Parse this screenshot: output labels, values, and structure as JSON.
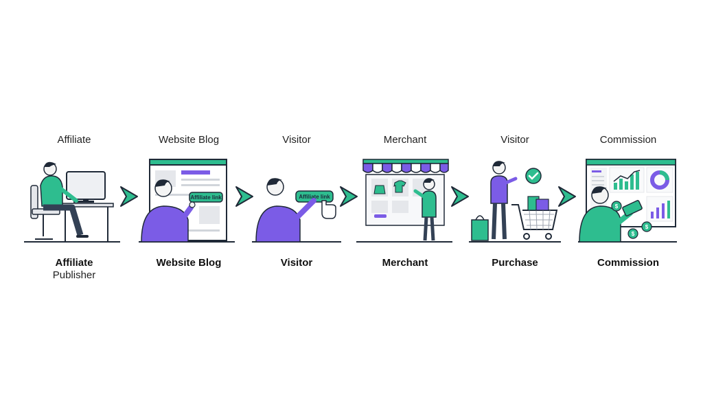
{
  "colors": {
    "accent_green": "#2ebd8f",
    "accent_purple": "#7b5ce6",
    "outline": "#1f2937",
    "light_gray": "#e5e7eb"
  },
  "steps": [
    {
      "top": "Affiliate",
      "bottom": "Affiliate",
      "bottom_sub": "Publisher",
      "icon": "person-at-desk-computer-icon"
    },
    {
      "top": "Website Blog",
      "bottom": "Website Blog",
      "icon": "person-browsing-blog-icon",
      "link_text": "Affiliate link"
    },
    {
      "top": "Visitor",
      "bottom": "Visitor",
      "icon": "person-clicking-link-icon",
      "link_text": "Affiliate link"
    },
    {
      "top": "Merchant",
      "bottom": "Merchant",
      "icon": "merchant-store-icon"
    },
    {
      "top": "Visitor",
      "bottom": "Purchase",
      "icon": "shopping-cart-purchase-icon"
    },
    {
      "top": "Commission",
      "bottom": "Commission",
      "icon": "commission-dashboard-icon"
    }
  ],
  "arrows": [
    "chevron-right-icon",
    "chevron-right-icon",
    "chevron-right-icon",
    "chevron-right-icon",
    "chevron-right-icon"
  ]
}
